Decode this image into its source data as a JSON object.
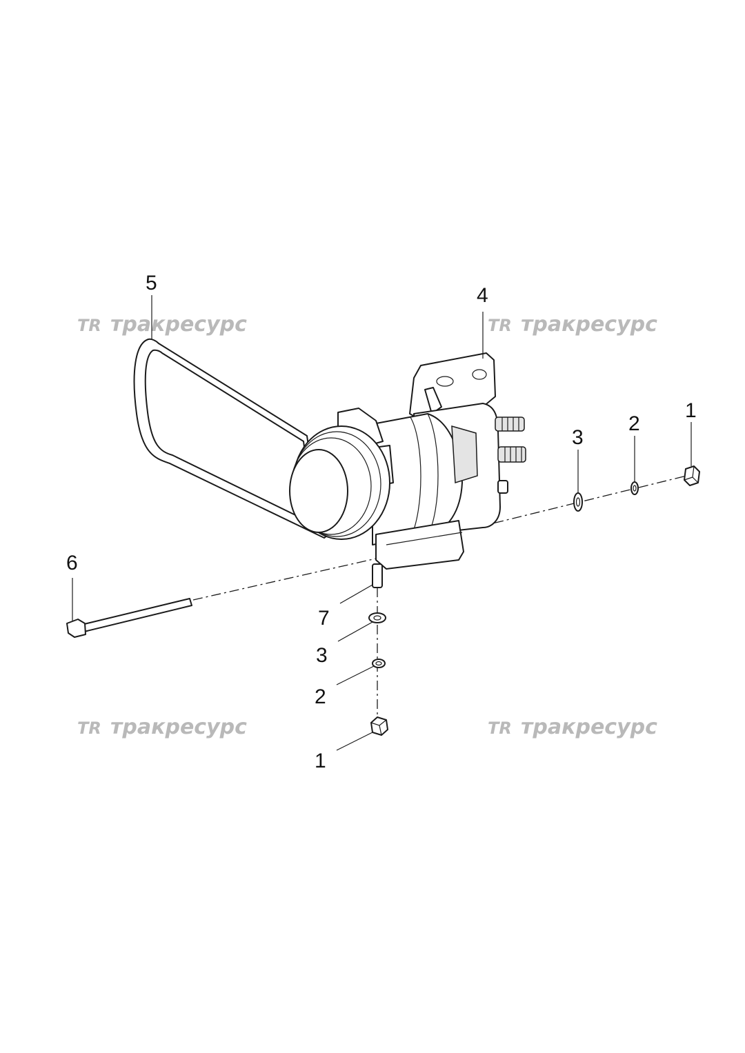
{
  "watermark": {
    "logo": "TR",
    "text": "тракресурс"
  },
  "callouts": {
    "c1_right": "1",
    "c2_right": "2",
    "c3_right": "3",
    "c4": "4",
    "c5": "5",
    "c6": "6",
    "c7": "7",
    "c3_bottom": "3",
    "c2_bottom": "2",
    "c1_bottom": "1"
  },
  "parts": {
    "p1": "nut-icon",
    "p2": "spring-washer-icon",
    "p3": "flat-washer-icon",
    "p4": "mounting-bracket-icon",
    "p5": "drive-belt-icon",
    "p6": "bolt-icon",
    "p7": "alternator-icon"
  }
}
